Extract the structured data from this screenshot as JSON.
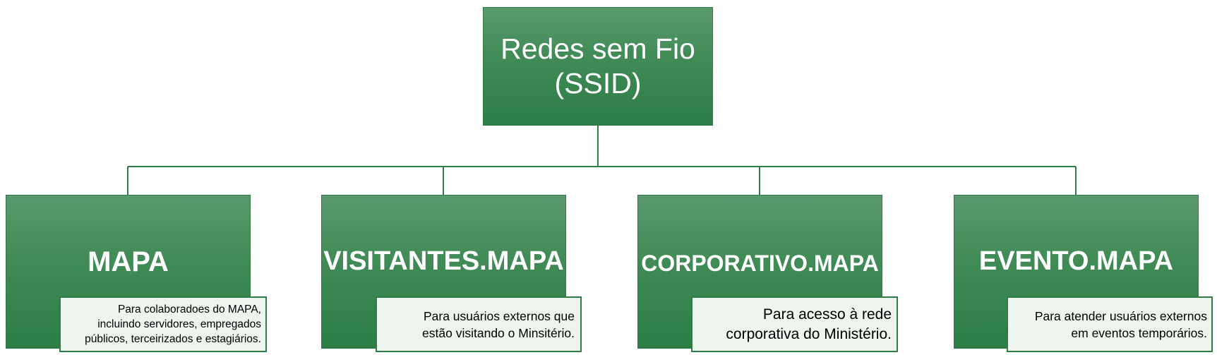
{
  "root": {
    "title_line1": "Redes sem Fio",
    "title_line2": "(SSID)"
  },
  "networks": [
    {
      "name": "MAPA",
      "description": [
        "Para colaboradoes do MAPA,",
        "incluindo servidores, empregados",
        "públicos, terceirizados e estagiários."
      ]
    },
    {
      "name": "VISITANTES.MAPA",
      "description": [
        "Para usuários externos que",
        "estão visitando o Minsitério."
      ]
    },
    {
      "name": "CORPORATIVO.MAPA",
      "description": [
        "Para acesso à rede",
        "corporativa do Ministério."
      ]
    },
    {
      "name": "EVENTO.MAPA",
      "description": [
        "Para atender usuários externos",
        "em  eventos temporários."
      ]
    }
  ],
  "colors": {
    "box_fill": "#3f8a55",
    "connector": "#2e7d46",
    "note_fill": "#eef5ef"
  }
}
